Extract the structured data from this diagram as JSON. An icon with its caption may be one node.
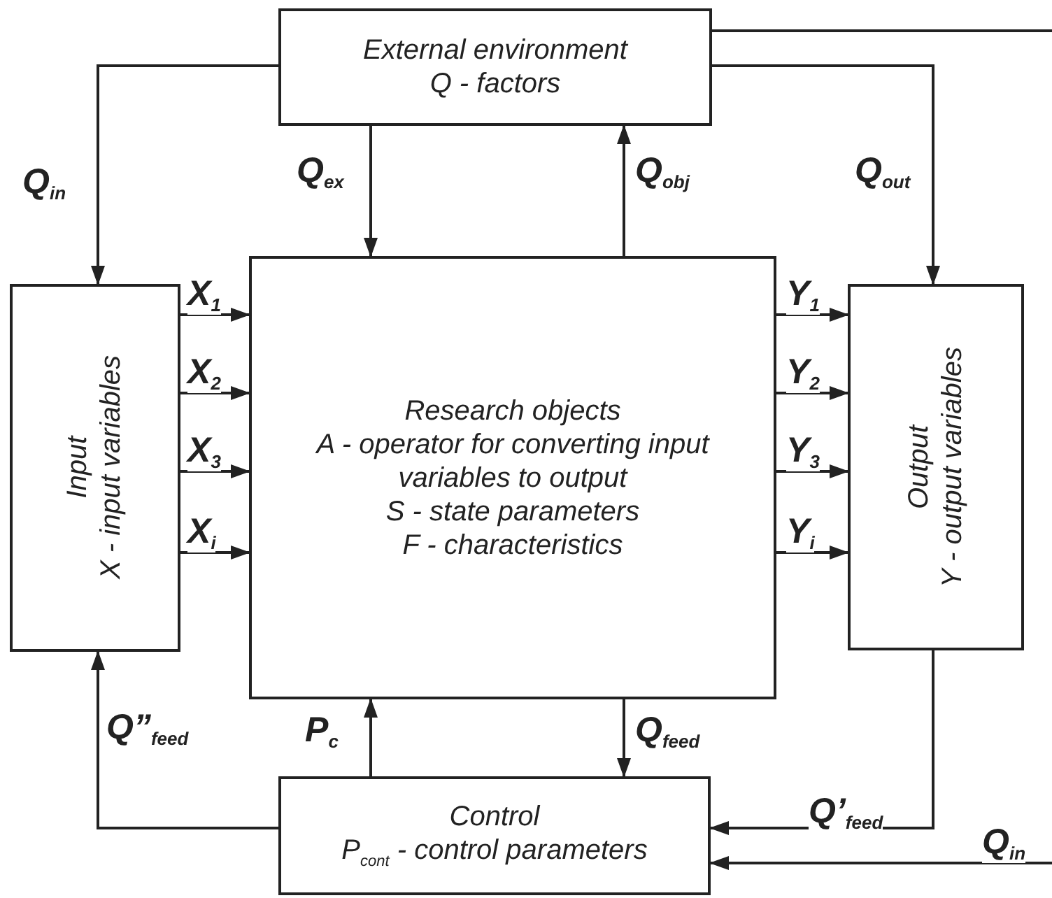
{
  "diagram": {
    "nodes": [
      {
        "text": [
          "External environment",
          "Q - factors"
        ]
      },
      {
        "text": [
          "Input",
          "X - input variables"
        ]
      },
      {
        "text": [
          "Research objects",
          "A - operator for converting input variables to output",
          "S - state parameters",
          "F - characteristics"
        ]
      },
      {
        "text": [
          "Output",
          "Y - output variables"
        ]
      },
      {
        "text": [
          "Control",
          "P$_{cont}$ - control parameters"
        ]
      }
    ],
    "edges": [
      {
        "from": 0,
        "to": 1,
        "arrow": "to",
        "label": "Q$_{in}$"
      },
      {
        "from": 0,
        "to": 2,
        "arrow": "to",
        "label": "Q$_{ex}$"
      },
      {
        "from": 2,
        "to": 0,
        "arrow": "to",
        "label": "Q$_{obj}$"
      },
      {
        "from": 0,
        "to": 3,
        "arrow": "to",
        "label": "Q$_{out}$"
      },
      {
        "from": 0,
        "to": null,
        "arrow": "none"
      },
      {
        "from": 1,
        "to": 2,
        "arrow": "to",
        "label": "X$_{1}$"
      },
      {
        "from": 1,
        "to": 2,
        "arrow": "to",
        "label": "X$_{2}$"
      },
      {
        "from": 1,
        "to": 2,
        "arrow": "to",
        "label": "X$_{3}$"
      },
      {
        "from": 1,
        "to": 2,
        "arrow": "to",
        "label": "X$_{i}$"
      },
      {
        "from": 2,
        "to": 3,
        "arrow": "to",
        "label": "Y$_{1}$"
      },
      {
        "from": 2,
        "to": 3,
        "arrow": "to",
        "label": "Y$_{2}$"
      },
      {
        "from": 2,
        "to": 3,
        "arrow": "to",
        "label": "Y$_{3}$"
      },
      {
        "from": 2,
        "to": 3,
        "arrow": "to",
        "label": "Y$_{i}$"
      },
      {
        "from": 3,
        "to": 4,
        "arrow": "to",
        "label": "Q’$_{feed}$"
      },
      {
        "from": 4,
        "to": 1,
        "arrow": "to",
        "label": "Q”$_{feed}$"
      },
      {
        "from": 4,
        "to": 2,
        "arrow": "to",
        "label": "P$_{c}$"
      },
      {
        "from": 2,
        "to": 4,
        "arrow": "to",
        "label": "Q$_{feed}$"
      },
      {
        "from": null,
        "to": 4,
        "arrow": "to",
        "label": "Q$_{in}$"
      }
    ]
  }
}
